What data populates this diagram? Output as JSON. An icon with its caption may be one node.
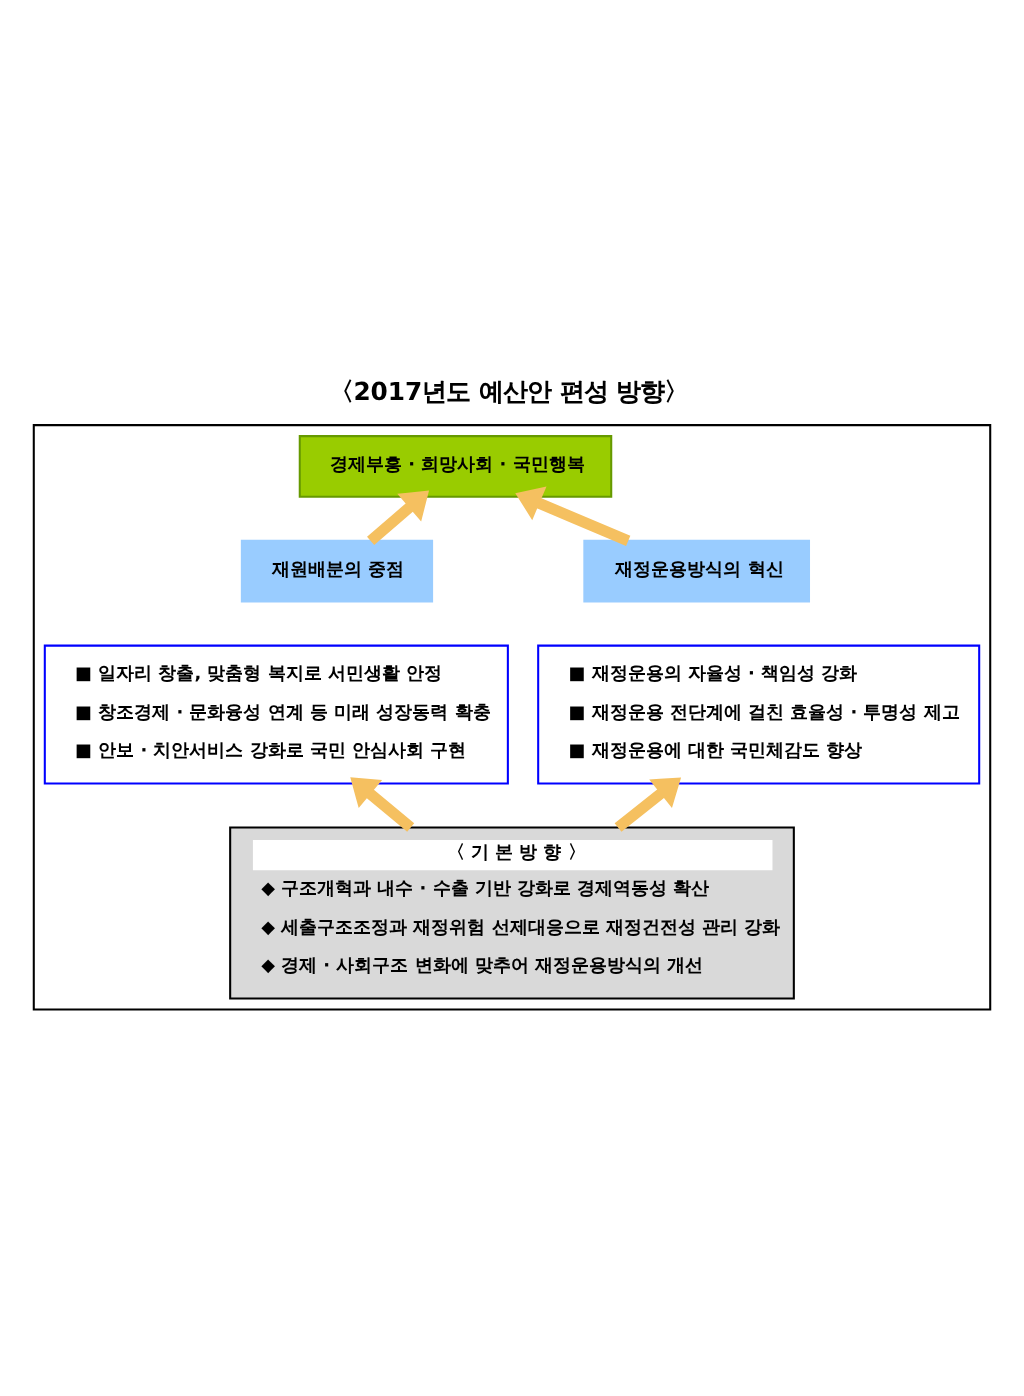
{
  "diagram": {
    "title": "〈2017년도 예산안 편성 방향〉",
    "nodes": [
      {
        "text": [],
        "shape": "box"
      },
      {
        "text": [
          "경제부흥 · 희망사회 · 국민행복"
        ],
        "in": 0
      },
      {
        "text": [
          "재원배분의 중점"
        ],
        "in": 0
      },
      {
        "text": [
          "재정운용방식의 혁신"
        ],
        "in": 0
      },
      {
        "text": [
          "■ 일자리 창출, 맞춤형 복지로 서민생활 안정",
          "■ 창조경제 · 문화융성 연계 등 미래 성장동력 확충",
          "■ 안보 · 치안서비스 강화로 국민 안심사회 구현"
        ],
        "in": 0
      },
      {
        "text": [
          "■ 재정운용의 자율성 · 책임성 강화",
          "■ 재정운용 전단계에 걸친 효율성 · 투명성 제고",
          "■ 재정운용에 대한 국민체감도 향상"
        ],
        "in": 0
      },
      {
        "text": [
          "〈 기 본 방 향 〉",
          "◆ 구조개혁과 내수 · 수출 기반 강화로 경제역동성 확산",
          "◆ 세출구조조정과 재정위험 선제대응으로 재정건전성 관리 강화",
          "◆ 경제 · 사회구조 변화에 맞추어 재정운용방식의 개선"
        ],
        "in": 0
      }
    ],
    "edges": [
      {
        "from": 2,
        "to": 1,
        "arrow": "to"
      },
      {
        "from": 3,
        "to": 1,
        "arrow": "to"
      },
      {
        "from": 6,
        "to": 4,
        "arrow": "to"
      },
      {
        "from": 6,
        "to": 5,
        "arrow": "to"
      }
    ]
  }
}
